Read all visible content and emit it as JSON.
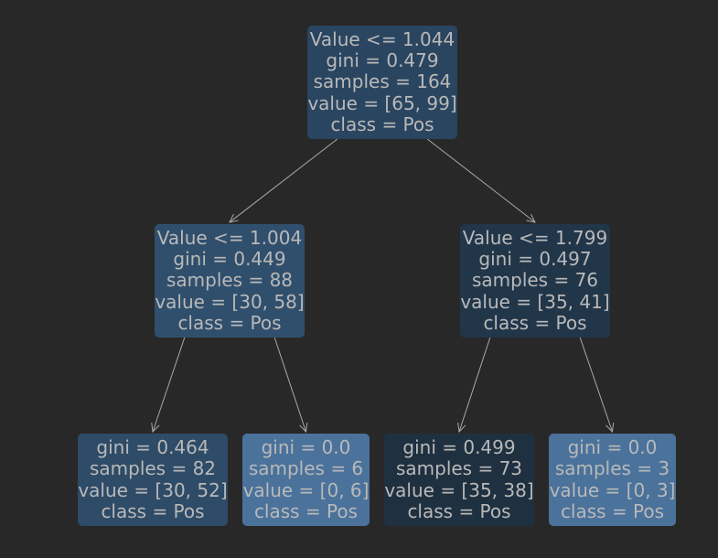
{
  "tree": {
    "nodes": [
      {
        "id": "n0",
        "lines": [
          "Value <= 1.044",
          "gini = 0.479",
          "samples = 164",
          "value = [65, 99]",
          "class = Pos"
        ],
        "fill": "#2a4560"
      },
      {
        "id": "n1",
        "lines": [
          "Value <= 1.004",
          "gini = 0.449",
          "samples = 88",
          "value = [30, 58]",
          "class = Pos"
        ],
        "fill": "#304f6d"
      },
      {
        "id": "n2",
        "lines": [
          "Value <= 1.799",
          "gini = 0.497",
          "samples = 76",
          "value = [35, 41]",
          "class = Pos"
        ],
        "fill": "#22364a"
      },
      {
        "id": "n3",
        "lines": [
          "gini = 0.464",
          "samples = 82",
          "value = [30, 52]",
          "class = Pos"
        ],
        "fill": "#2e4b67"
      },
      {
        "id": "n4",
        "lines": [
          "gini = 0.0",
          "samples = 6",
          "value = [0, 6]",
          "class = Pos"
        ],
        "fill": "#4a729b"
      },
      {
        "id": "n5",
        "lines": [
          "gini = 0.499",
          "samples = 73",
          "value = [35, 38]",
          "class = Pos"
        ],
        "fill": "#1f3040"
      },
      {
        "id": "n6",
        "lines": [
          "gini = 0.0",
          "samples = 3",
          "value = [0, 3]",
          "class = Pos"
        ],
        "fill": "#4a729b"
      }
    ],
    "edges": [
      [
        "n0",
        "n1"
      ],
      [
        "n0",
        "n2"
      ],
      [
        "n1",
        "n3"
      ],
      [
        "n1",
        "n4"
      ],
      [
        "n2",
        "n5"
      ],
      [
        "n2",
        "n6"
      ]
    ],
    "colors": {
      "background": "#282828",
      "text": "#b9b9b9",
      "edge": "#a9a9a9"
    }
  }
}
